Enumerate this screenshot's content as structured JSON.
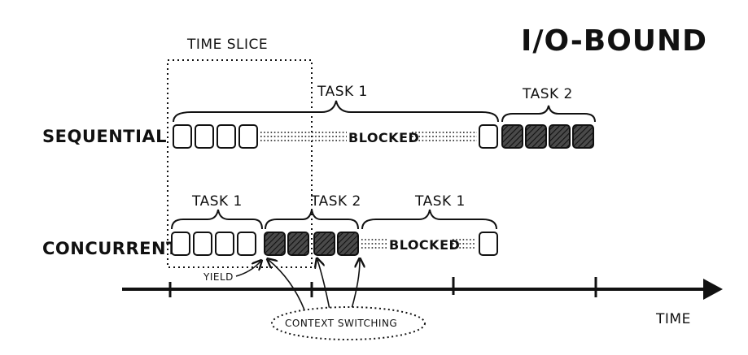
{
  "title": "I/O-BOUND",
  "time_slice_label": "TIME SLICE",
  "rows": {
    "sequential": "SEQUENTIAL",
    "concurrent": "CONCURRENT"
  },
  "sequential": {
    "task1_label": "TASK 1",
    "task2_label": "TASK 2",
    "blocked_label": "BLOCKED"
  },
  "concurrent": {
    "task1a_label": "TASK 1",
    "task2_label": "TASK 2",
    "task1b_label": "TASK 1",
    "blocked_label": "BLOCKED"
  },
  "yield_label": "YIELD",
  "context_switching_label": "CONTEXT SWITCHING",
  "time_label": "TIME"
}
